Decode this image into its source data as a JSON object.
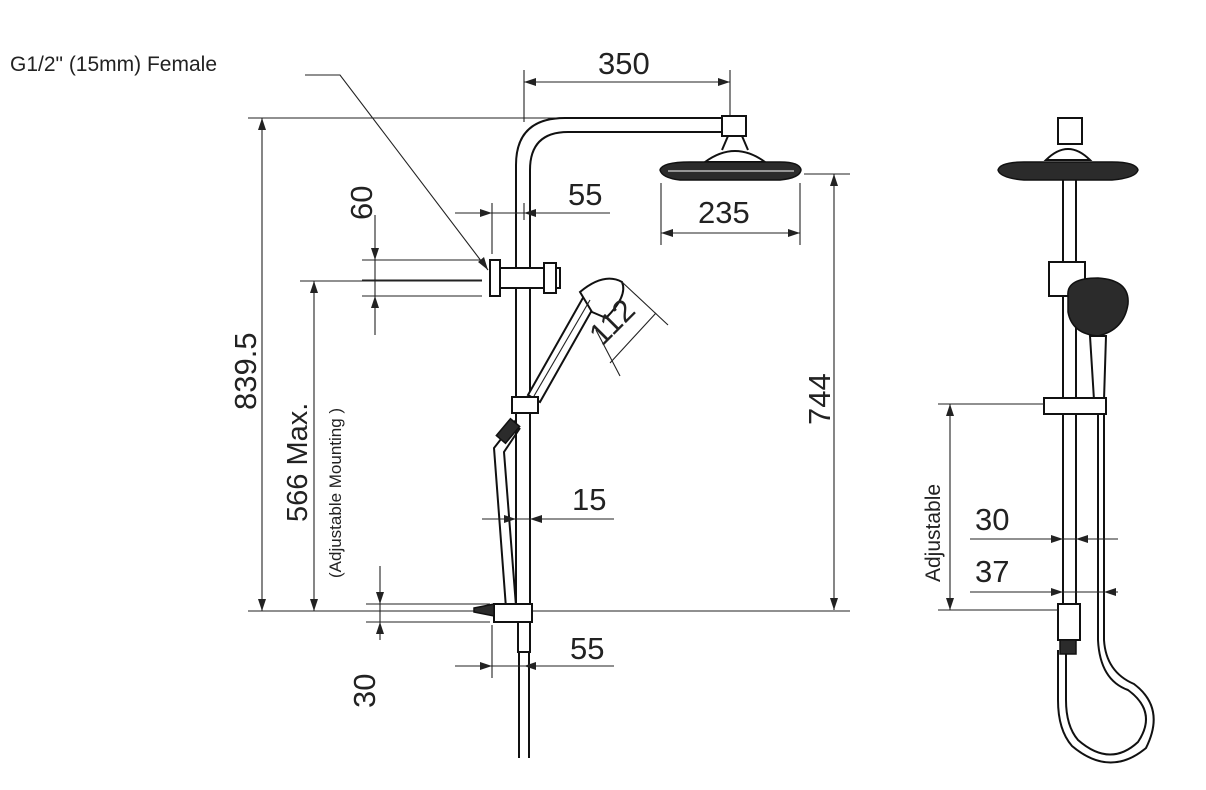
{
  "labels": {
    "inlet": "G1/2\" (15mm) Female",
    "arm_reach": "350",
    "head_diameter": "235",
    "bracket_height_top": "60",
    "bracket_offset_top": "55",
    "handpiece_width": "112",
    "overall_height": "839.5",
    "mounting_max": "566 Max.",
    "mounting_note": "(Adjustable  Mounting )",
    "head_height": "744",
    "rail_offset": "15",
    "bracket_height_bottom": "30",
    "bracket_offset_bottom": "55",
    "side_adjustable": "Adjustable",
    "side_dim_a": "30",
    "side_dim_b": "37"
  }
}
